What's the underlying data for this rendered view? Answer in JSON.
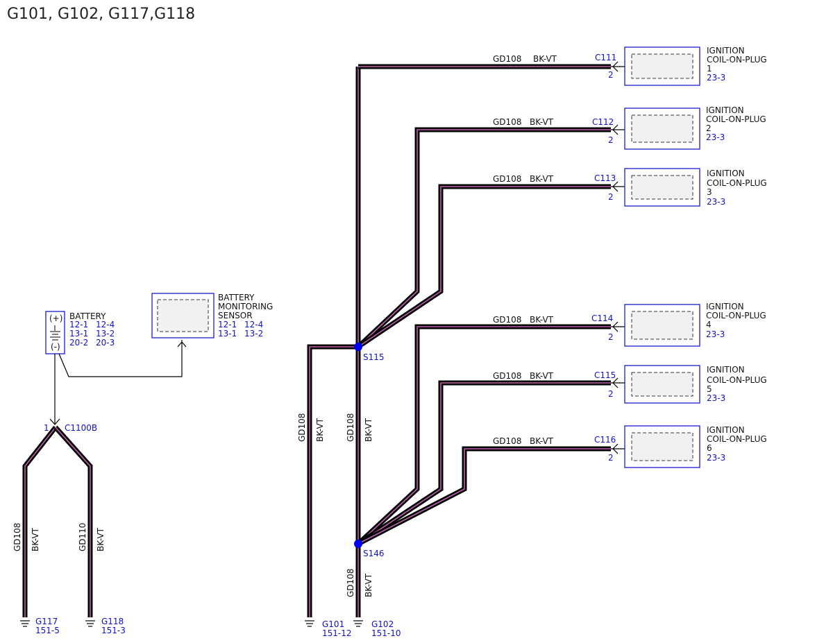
{
  "title": "G101, G102, G117,G118",
  "wire_circuit": "GD108",
  "wire_color": "BK-VT",
  "coils": [
    {
      "connector": "C111",
      "pin": "2",
      "name1": "IGNITION",
      "name2": "COIL-ON-PLUG",
      "num": "1",
      "ref": "23-3"
    },
    {
      "connector": "C112",
      "pin": "2",
      "name1": "IGNITION",
      "name2": "COIL-ON-PLUG",
      "num": "2",
      "ref": "23-3"
    },
    {
      "connector": "C113",
      "pin": "2",
      "name1": "IGNITION",
      "name2": "COIL-ON-PLUG",
      "num": "3",
      "ref": "23-3"
    },
    {
      "connector": "C114",
      "pin": "2",
      "name1": "IGNITION",
      "name2": "COIL-ON-PLUG",
      "num": "4",
      "ref": "23-3"
    },
    {
      "connector": "C115",
      "pin": "2",
      "name1": "IGNITION",
      "name2": "COIL-ON-PLUG",
      "num": "5",
      "ref": "23-3"
    },
    {
      "connector": "C116",
      "pin": "2",
      "name1": "IGNITION",
      "name2": "COIL-ON-PLUG",
      "num": "6",
      "ref": "23-3"
    }
  ],
  "splices": {
    "s115": "S115",
    "s146": "S146"
  },
  "battery": {
    "label": "BATTERY",
    "refs": [
      "12-1",
      "12-4",
      "13-1",
      "13-2",
      "20-2",
      "20-3"
    ],
    "plus": "(+)",
    "minus": "(-)"
  },
  "sensor": {
    "line1": "BATTERY",
    "line2": "MONITORING",
    "line3": "SENSOR",
    "refs": [
      "12-1",
      "12-4",
      "13-1",
      "13-2"
    ]
  },
  "c1100b": {
    "pin": "1",
    "label": "C1100B"
  },
  "left_wires": [
    {
      "circuit": "GD108",
      "color": "BK-VT"
    },
    {
      "circuit": "GD110",
      "color": "BK-VT"
    }
  ],
  "grounds": [
    {
      "name": "G117",
      "ref": "151-5"
    },
    {
      "name": "G118",
      "ref": "151-3"
    },
    {
      "name": "G101",
      "ref": "151-12"
    },
    {
      "name": "G102",
      "ref": "151-10"
    }
  ],
  "colors": {
    "connector_blue": "#1010d0",
    "wire_stripe": "#c060b0",
    "splice_dot": "#0000ee"
  }
}
